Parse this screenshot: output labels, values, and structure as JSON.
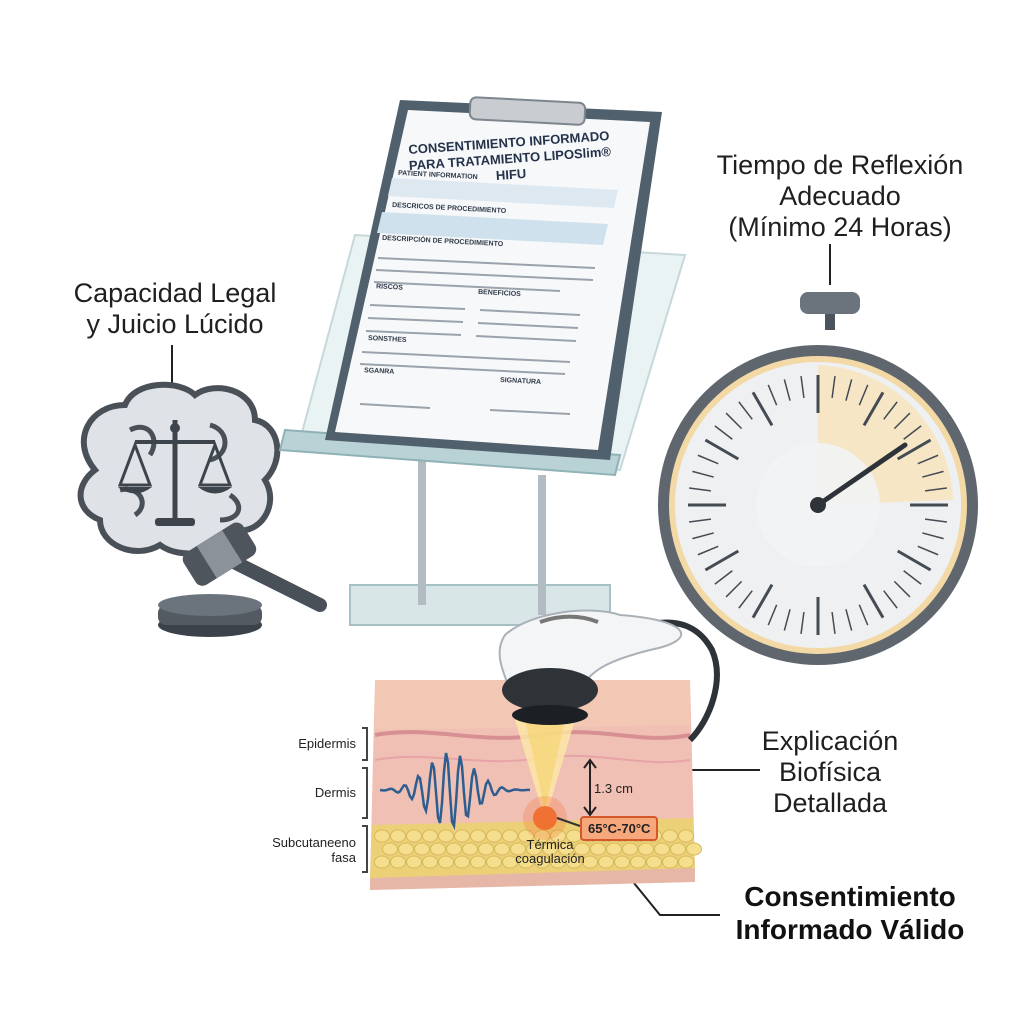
{
  "labels": {
    "capacity": [
      "Capacidad Legal",
      "y Juicio Lúcido"
    ],
    "time": [
      "Tiempo de Reflexión",
      "Adecuado",
      "(Mínimo 24 Horas)"
    ],
    "explain": [
      "Explicación",
      "Biofísica",
      "Detallada"
    ],
    "valid": [
      "Consentimiento",
      "Informado Válido"
    ]
  },
  "form": {
    "title": [
      "CONSENTIMIENTO INFORMADO",
      "PARA TRATAMIENTO LIPOSlim® HIFU"
    ],
    "sections": [
      "PATIENT INFORMATION",
      "DESCRICOS DE PROCEDIMIENTO",
      "DESCRIPCIÓN DE PROCEDIMIENTO",
      "RISCOS",
      "BENEFICIOS",
      "SONSTHES",
      "SGANRA",
      "SIGNATURA"
    ]
  },
  "skin": {
    "epidermis": "Epidermis",
    "dermis": "Dermis",
    "subcutaneous": "Subcutaneeno fasa",
    "depth": "1.3 cm",
    "temperature": "65°C-70°C",
    "coagulation": [
      "Térmica",
      "coagulación"
    ]
  },
  "colors": {
    "skin_top": "#f2c7b3",
    "dermis": "#f0c0b4",
    "fat": "#ecd077",
    "focus": "#f06a2a",
    "clock_face": "#e9e9ea",
    "clock_highlight": "#f6e6c6",
    "metal": "#4b535c"
  }
}
